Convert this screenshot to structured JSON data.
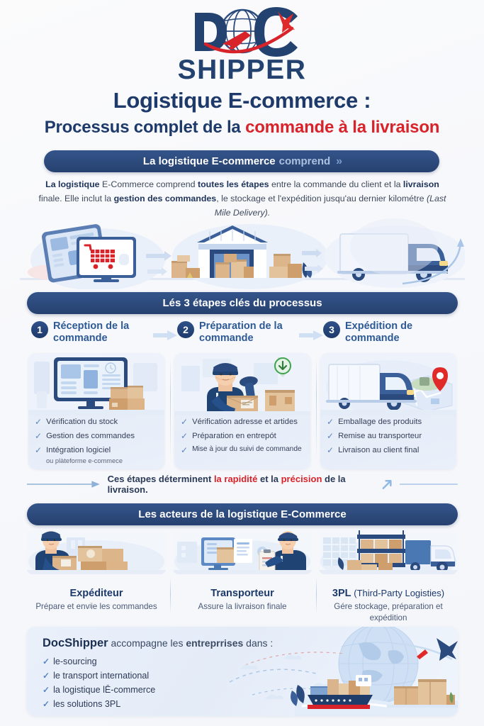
{
  "brand": {
    "logo_word_top": "DOC",
    "logo_word_bottom": "SHIPPER",
    "navy": "#24426f",
    "red": "#d8232a"
  },
  "title": {
    "line1": "Logistique E-commerce :",
    "line2_a": "Processus complet de la ",
    "line2_b": "commande à la livraison"
  },
  "intro_banner": {
    "strong": "La logistique E-commerce",
    "dim": "comprend",
    "chevrons": "»"
  },
  "intro_paragraph": {
    "p1_b1": "La logistique",
    "p1_t1": " E-Commerce comprend ",
    "p1_b2": "toutes les étapes",
    "p1_t2": " entre la commande du client et la ",
    "p1_b3": "livraison",
    "p1_t3": " finale. Elle inclut la ",
    "p1_b4": "gestion des commandes",
    "p1_t4": ", le stockage et l'expédition jusqu'au dernier kilométre ",
    "p1_i1": "(Last Mile Delivery)."
  },
  "steps_banner": {
    "label": "Lés 3 étapes clés du processus"
  },
  "steps": [
    {
      "number": "1",
      "title": "Réception de la commande",
      "illustration": "monitor-with-boxes",
      "bullets": [
        "Vérification du stock",
        "Gestion des commandes",
        "Intégration logiciel"
      ],
      "sub": "ou plàteforme e-commece"
    },
    {
      "number": "2",
      "title": "Préparation de la commande",
      "illustration": "worker-scanning-parcel",
      "bullets": [
        "Vérification adresse et artides",
        "Préparation en entrepót",
        "Mise à jour du suivi de commande"
      ],
      "sub": ""
    },
    {
      "number": "3",
      "title": "Expédition de commande",
      "illustration": "truck-with-map-pin",
      "bullets": [
        "Emballage des produits",
        "Remise au transporteur",
        "Livraison au client final"
      ],
      "sub": ""
    }
  ],
  "conclusion": {
    "a": "Ces étapes déterminent ",
    "red1": "la rapidité",
    "b": " et la ",
    "red2": "précision",
    "c": " de la livraison."
  },
  "actors_banner": {
    "label": "Les acteurs de la logistique E-Commerce"
  },
  "actors": [
    {
      "name": "Expéditeur",
      "name_light": "",
      "desc": "Prépare et envʲie les commandes",
      "illustration": "worker-holding-box"
    },
    {
      "name": "Transporteur",
      "name_light": "",
      "desc": "Assure la livraison finale",
      "illustration": "screen-and-worker-clipboard"
    },
    {
      "name": "3PL ",
      "name_light": "(Third-Party Logisties)",
      "desc": "Gére stockage, préparation et expédition",
      "illustration": "warehouse-shelves-truck"
    }
  ],
  "bottom": {
    "brand": "DocShipper",
    "mid_a": " accompagne les ",
    "mid_b": "entreprrises",
    "mid_c": " dans :",
    "items": [
      "le-sourcing",
      "le transport international",
      "la logistique lĒ-commerce",
      "les solutions 3PL"
    ],
    "illustration": "globe-ship-plane-boxes"
  },
  "icons": {
    "check": "✓",
    "chevrons": "»",
    "soft_check": "✓"
  }
}
